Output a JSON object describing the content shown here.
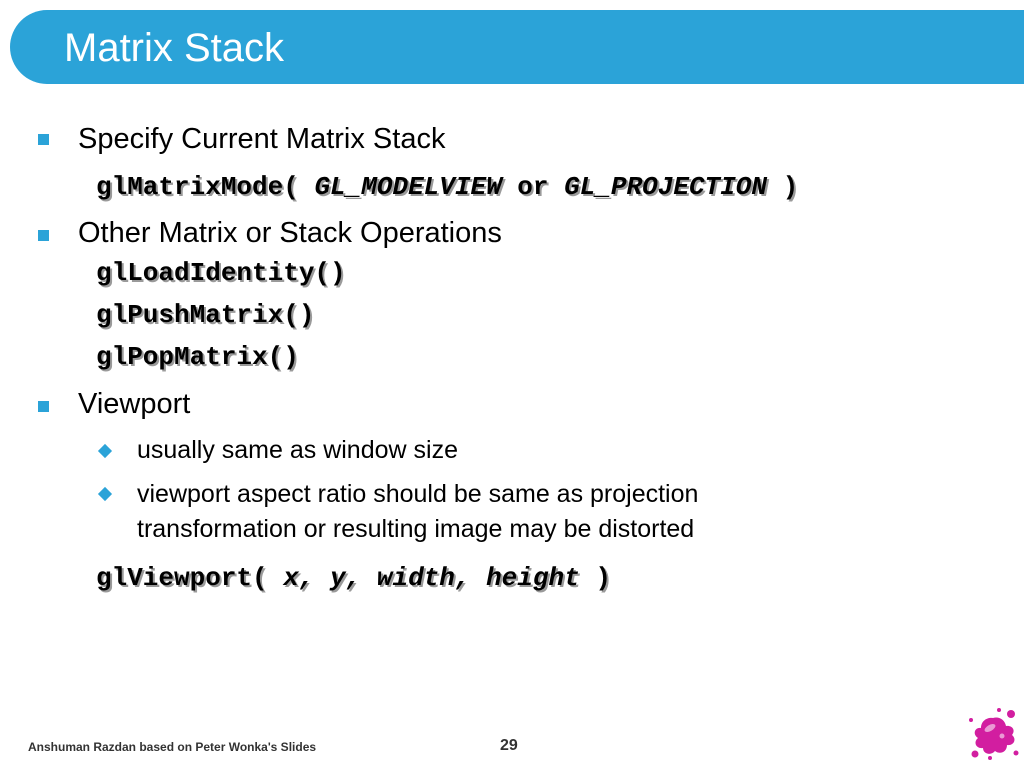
{
  "slide": {
    "title": "Matrix Stack",
    "bullets": [
      {
        "text": "Specify Current Matrix Stack"
      },
      {
        "text": "Other Matrix or Stack Operations"
      },
      {
        "text": "Viewport"
      }
    ],
    "code1": {
      "fn": "glMatrixMode(",
      "arg1": "GL_MODELVIEW",
      "or": "or",
      "arg2": "GL_PROJECTION",
      "close": ")"
    },
    "code2": [
      "glLoadIdentity()",
      "glPushMatrix()",
      "glPopMatrix()"
    ],
    "sub_bullets": [
      "usually same as window size",
      "viewport aspect ratio should be same as projection transformation or resulting image may be distorted"
    ],
    "code3": {
      "fn": "glViewport(",
      "args": "x, y, width, height",
      "close": ")"
    }
  },
  "footer": {
    "credit": "Anshuman Razdan based on Peter Wonka's Slides",
    "page_number": "29"
  },
  "colors": {
    "accent": "#2ba3d8",
    "logo": "#d21ea0"
  },
  "icons": [
    "square-bullet-icon",
    "diamond-bullet-icon",
    "paint-splat-logo"
  ]
}
